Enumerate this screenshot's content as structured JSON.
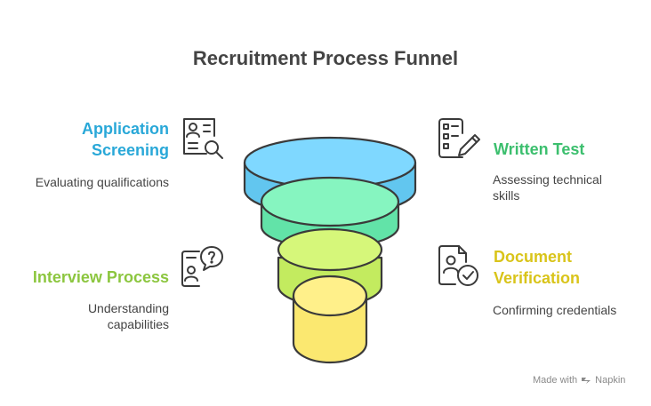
{
  "title": "Recruitment Process Funnel",
  "steps": [
    {
      "label_line1": "Application",
      "label_line2": "Screening",
      "description": "Evaluating qualifications",
      "color": "#29a8d8",
      "fill": "#7fd8ff",
      "icon": "candidate-search-icon"
    },
    {
      "label_line1": "Written Test",
      "label_line2": "",
      "description_line1": "Assessing technical",
      "description_line2": "skills",
      "color": "#3cbf6e",
      "fill": "#86f5c0",
      "icon": "checklist-pencil-icon"
    },
    {
      "label_line1": "Interview Process",
      "label_line2": "",
      "description_line1": "Understanding",
      "description_line2": "capabilities",
      "color": "#8cc63f",
      "fill": "#d6f77a",
      "icon": "interview-question-icon"
    },
    {
      "label_line1": "Document",
      "label_line2": "Verification",
      "description": "Confirming credentials",
      "color": "#d9c41a",
      "fill": "#fbe870",
      "icon": "verified-document-icon"
    }
  ],
  "footer": {
    "made_with": "Made with",
    "brand": "Napkin"
  }
}
